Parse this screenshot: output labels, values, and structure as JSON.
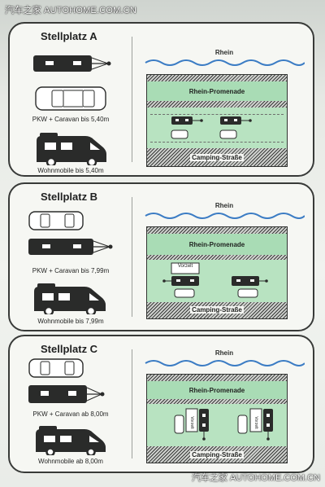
{
  "watermark": {
    "top": "汽车之家 AUTOHOME.COM.CN",
    "bottom": "汽车之家 AUTOHOME.COM.CN"
  },
  "colors": {
    "panel_border": "#383a38",
    "green_zone": "#a9dcb5",
    "river": "#3b7cc4",
    "vehicle_dark": "#2a2b2a"
  },
  "panels": [
    {
      "title": "Stellplatz A",
      "left": {
        "caravan_caption": "PKW + Caravan bis 5,40m",
        "motorhome_caption": "Wohnmobile bis 5,40m"
      },
      "map": {
        "river": "Rhein",
        "promenade": "Rhein-Promenade",
        "road": "Camping-Straße"
      }
    },
    {
      "title": "Stellplatz B",
      "left": {
        "caravan_caption": "PKW + Caravan bis 7,99m",
        "motorhome_caption": "Wohnmobile bis 7,99m"
      },
      "map": {
        "river": "Rhein",
        "promenade": "Rhein-Promenade",
        "road": "Camping-Straße",
        "awning": "Vorzelt"
      }
    },
    {
      "title": "Stellplatz C",
      "left": {
        "caravan_caption": "PKW + Caravan ab 8,00m",
        "motorhome_caption": "Wohnmobile ab 8,00m"
      },
      "map": {
        "river": "Rhein",
        "promenade": "Rhein-Promenade",
        "road": "Camping-Straße",
        "awning": "Vorzelt"
      }
    }
  ]
}
